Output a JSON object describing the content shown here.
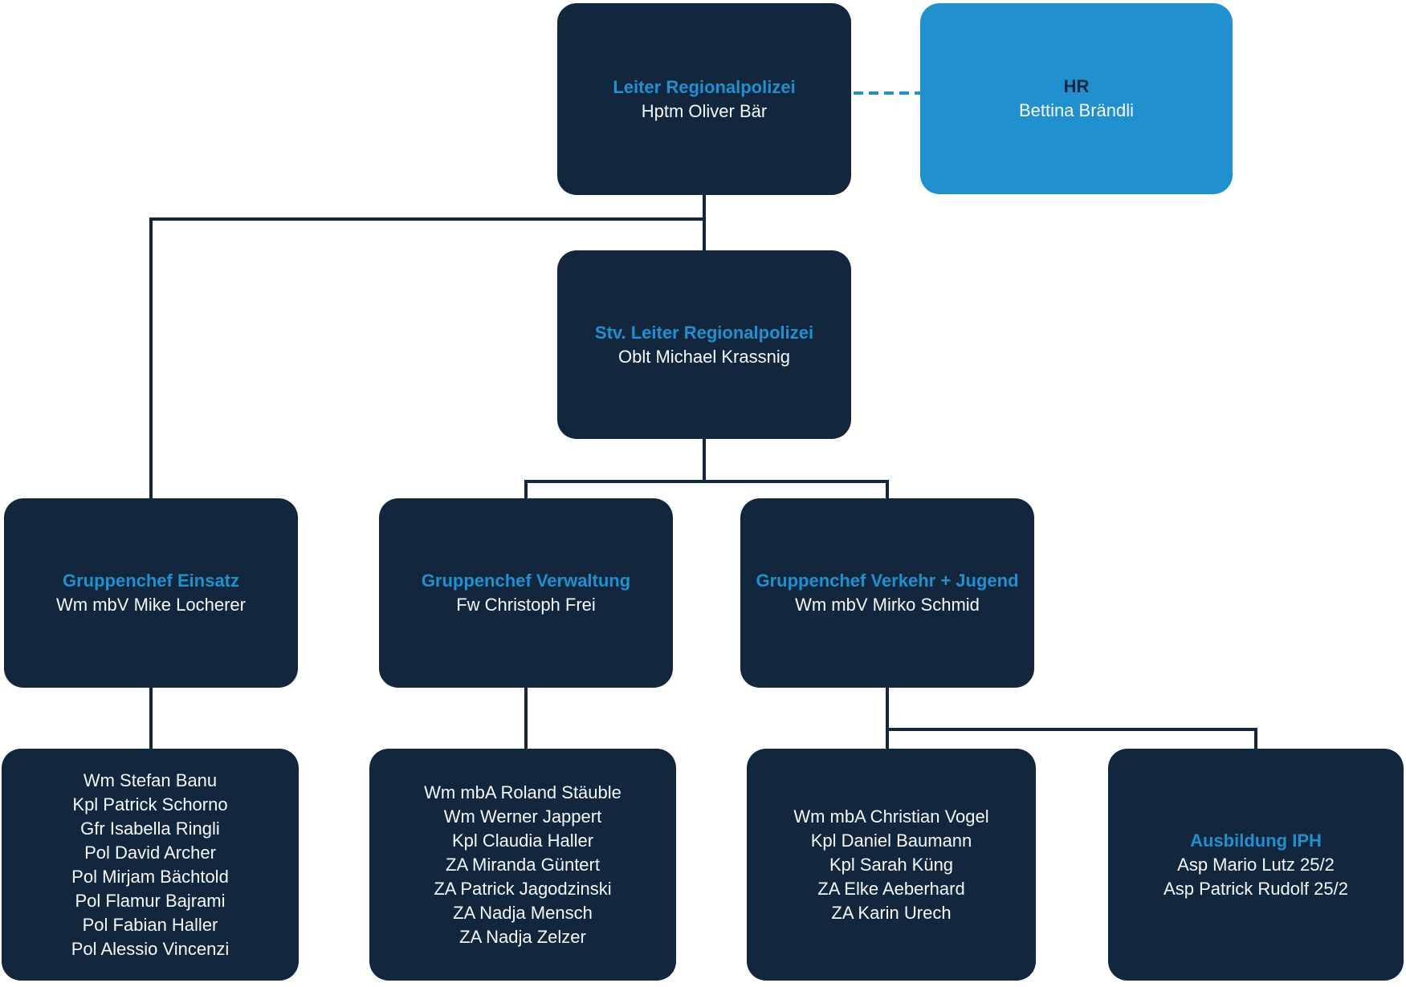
{
  "colors": {
    "box_navy": "#12263E",
    "accent_blue": "#2190CE",
    "text_light": "#F7F9FB",
    "background": "#FFFFFF"
  },
  "org": {
    "leiter": {
      "title": "Leiter Regionalpolizei",
      "person": "Hptm Oliver Bär"
    },
    "hr": {
      "title": "HR",
      "person": "Bettina Brändli"
    },
    "stv": {
      "title": "Stv. Leiter Regionalpolizei",
      "person": "Oblt Michael Krassnig"
    },
    "einsatz": {
      "title": "Gruppenchef Einsatz",
      "person": "Wm mbV Mike Locherer"
    },
    "verwaltung": {
      "title": "Gruppenchef Verwaltung",
      "person": "Fw Christoph Frei"
    },
    "verkehr": {
      "title": "Gruppenchef Verkehr + Jugend",
      "person": "Wm mbV Mirko Schmid"
    },
    "einsatz_staff": {
      "members": [
        "Wm Stefan Banu",
        "Kpl Patrick Schorno",
        "Gfr Isabella Ringli",
        "Pol David Archer",
        "Pol Mirjam Bächtold",
        "Pol Flamur Bajrami",
        "Pol Fabian Haller",
        "Pol Alessio Vincenzi"
      ]
    },
    "verwaltung_staff": {
      "members": [
        "Wm mbA Roland Stäuble",
        "Wm Werner Jappert",
        "Kpl Claudia Haller",
        "ZA Miranda Güntert",
        "ZA Patrick Jagodzinski",
        "ZA Nadja Mensch",
        "ZA Nadja Zelzer"
      ]
    },
    "verkehr_staff": {
      "members": [
        "Wm mbA Christian Vogel",
        "Kpl Daniel Baumann",
        "Kpl Sarah Küng",
        "ZA Elke Aeberhard",
        "ZA Karin Urech"
      ]
    },
    "ausbildung": {
      "title": "Ausbildung IPH",
      "members": [
        "Asp Mario Lutz 25/2",
        "Asp Patrick Rudolf 25/2"
      ]
    }
  }
}
